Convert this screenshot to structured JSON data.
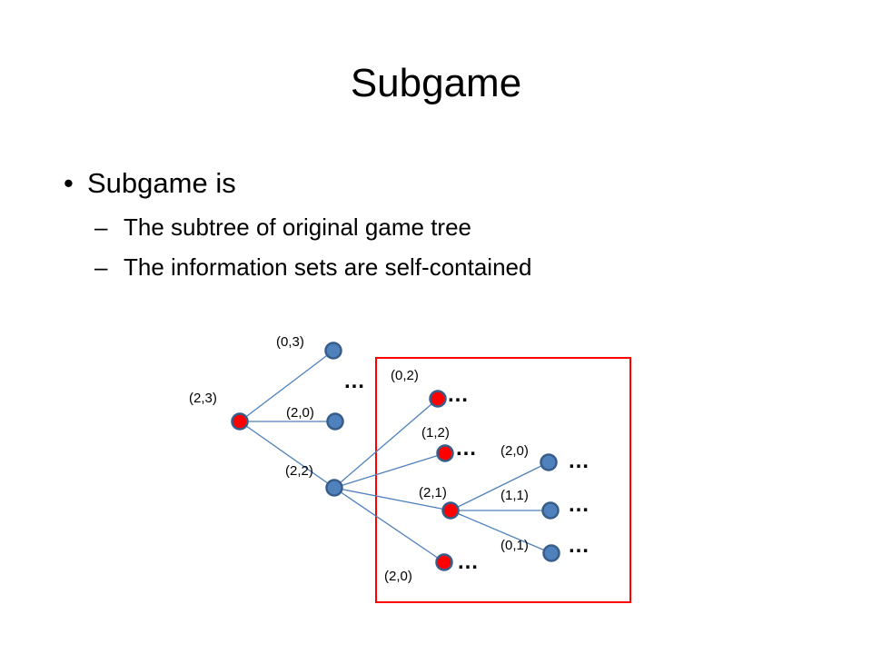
{
  "slide": {
    "title": "Subgame",
    "bullet": "Subgame is",
    "bullet_mark": "•",
    "sub_mark": "–",
    "subbullets": [
      "The subtree of original game tree",
      "The information sets are self-contained"
    ]
  },
  "diagram": {
    "labels": {
      "root": "(2,3)",
      "top": "(0,3)",
      "mid": "(2,0)",
      "low": "(2,2)",
      "c1": "(0,2)",
      "c2": "(1,2)",
      "c3": "(2,1)",
      "c4": "(2,0)",
      "d1": "(2,0)",
      "d2": "(1,1)",
      "d3": "(0,1)"
    },
    "ellipsis": "…",
    "colors": {
      "node_fill": "#4f81bd",
      "node_stroke": "#385d8a",
      "node_highlight": "#ff0000",
      "edge": "#4f81bd",
      "subgame_box": "#ff0000"
    }
  }
}
